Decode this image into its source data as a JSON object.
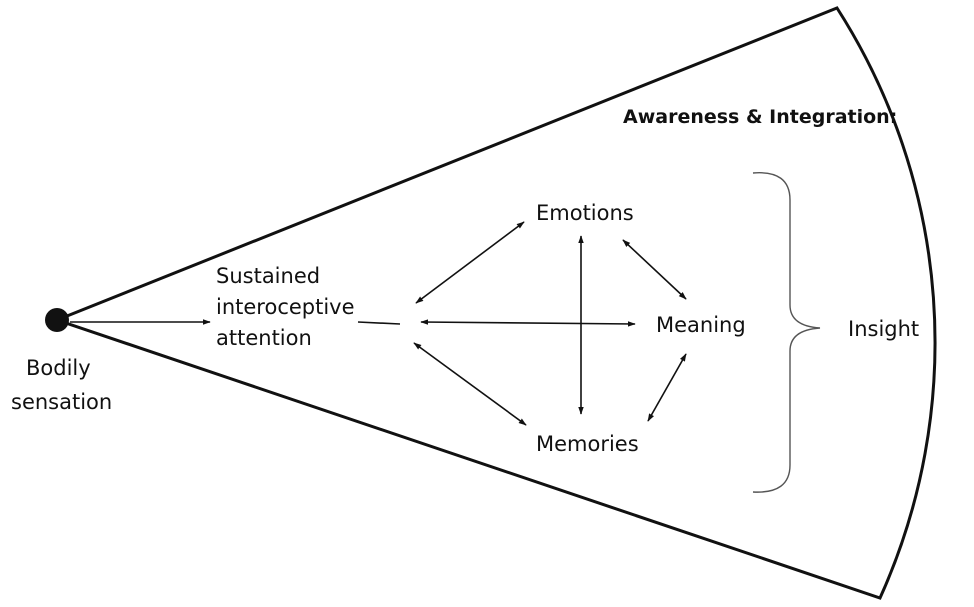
{
  "nodes": {
    "bodily_sensation": {
      "line1": "Bodily",
      "line2": "sensation"
    },
    "sustained_attention": {
      "line1": "Sustained",
      "line2": "interoceptive",
      "line3": "attention"
    },
    "awareness_heading": "Awareness & Integration:",
    "emotions": "Emotions",
    "meaning": "Meaning",
    "memories": "Memories",
    "insight": "Insight"
  },
  "colors": {
    "ink": "#111111",
    "background": "#ffffff",
    "brace": "#555555"
  }
}
